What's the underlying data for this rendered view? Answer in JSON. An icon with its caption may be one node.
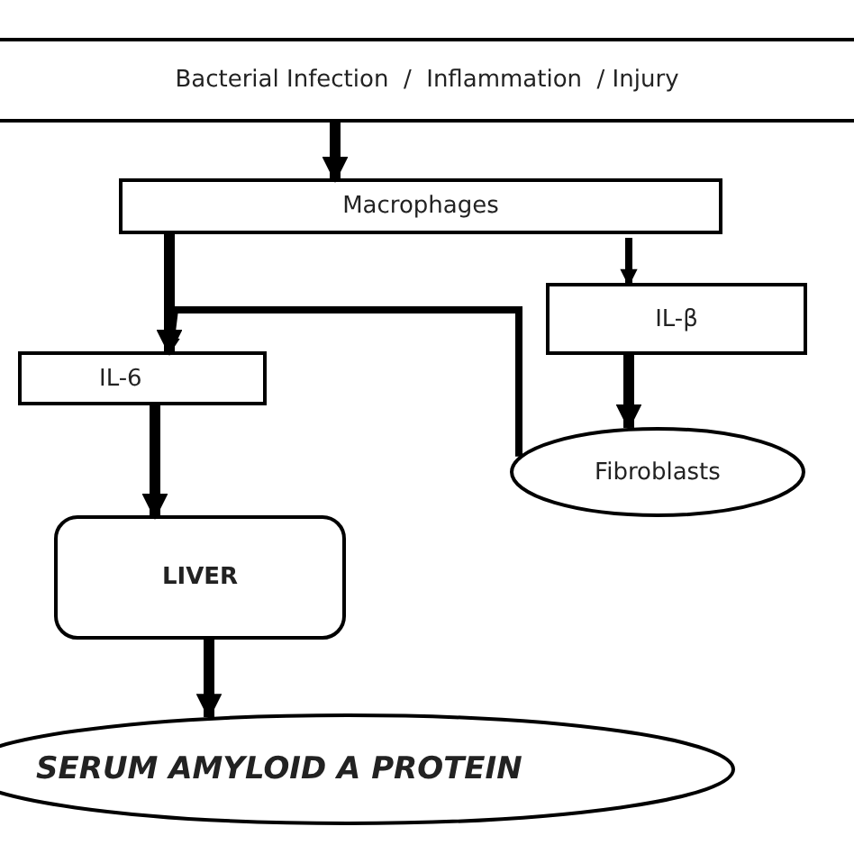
{
  "diagram": {
    "nodes": [
      {
        "text": [
          "Bacterial Infection  /  Inflammation  / Injury"
        ]
      },
      {
        "text": [
          "Macrophages"
        ]
      },
      {
        "text": [
          "IL-β"
        ]
      },
      {
        "text": [
          "IL-6"
        ]
      },
      {
        "text": [
          "Fibroblasts"
        ]
      },
      {
        "text": [
          "LIVER"
        ]
      },
      {
        "text": [
          "SERUM AMYLOID A PROTEIN"
        ]
      }
    ],
    "edges": [
      {
        "from": 0,
        "to": 1,
        "arrow": "to"
      },
      {
        "from": 1,
        "to": 3,
        "arrow": "to"
      },
      {
        "from": 1,
        "to": 2,
        "arrow": "to"
      },
      {
        "from": 2,
        "to": 4,
        "arrow": "to"
      },
      {
        "from": 4,
        "to": 3,
        "arrow": "to"
      },
      {
        "from": 3,
        "to": 5,
        "arrow": "to"
      },
      {
        "from": 5,
        "to": 6,
        "arrow": "to"
      }
    ]
  }
}
